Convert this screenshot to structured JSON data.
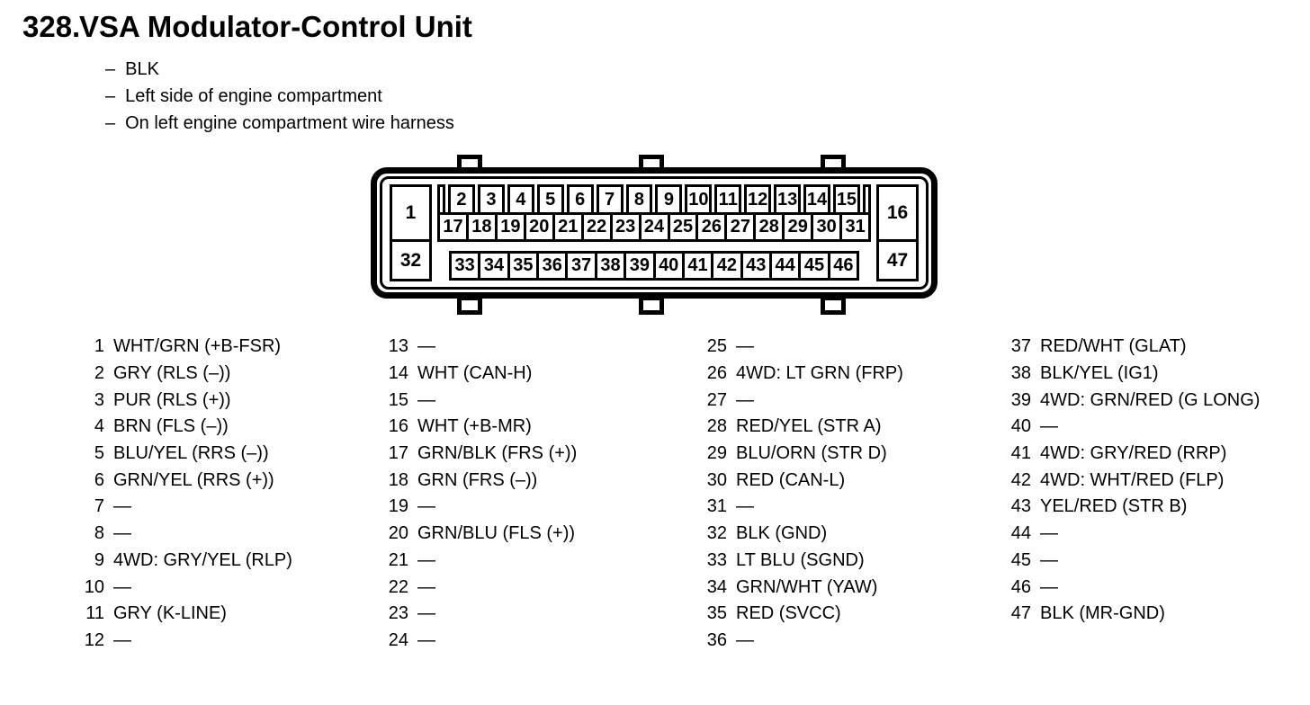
{
  "page": {
    "title_number": "328.",
    "title": "VSA Modulator-Control Unit",
    "note_prefix": "–",
    "notes": [
      "BLK",
      "Left side of engine compartment",
      "On left engine compartment wire harness"
    ]
  },
  "connector": {
    "pin_top_left": "1",
    "pin_top_right": "16",
    "pin_bottom_left": "32",
    "pin_bottom_right": "47",
    "row1_pins": [
      "2",
      "3",
      "4",
      "5",
      "6",
      "7",
      "8",
      "9",
      "10",
      "11",
      "12",
      "13",
      "14",
      "15"
    ],
    "row2_pins": [
      "17",
      "18",
      "19",
      "20",
      "21",
      "22",
      "23",
      "24",
      "25",
      "26",
      "27",
      "28",
      "29",
      "30",
      "31"
    ],
    "row3_pins": [
      "33",
      "34",
      "35",
      "36",
      "37",
      "38",
      "39",
      "40",
      "41",
      "42",
      "43",
      "44",
      "45",
      "46"
    ]
  },
  "pin_list": {
    "empty_marker": "—",
    "columns": [
      {
        "rows": [
          {
            "num": "1",
            "desc": "WHT/GRN (+B-FSR)"
          },
          {
            "num": "2",
            "desc": "GRY (RLS (–))"
          },
          {
            "num": "3",
            "desc": "PUR (RLS (+))"
          },
          {
            "num": "4",
            "desc": "BRN (FLS (–))"
          },
          {
            "num": "5",
            "desc": "BLU/YEL (RRS (–))"
          },
          {
            "num": "6",
            "desc": "GRN/YEL (RRS (+))"
          },
          {
            "num": "7",
            "desc": "—"
          },
          {
            "num": "8",
            "desc": "—"
          },
          {
            "num": "9",
            "desc": "4WD: GRY/YEL (RLP)"
          },
          {
            "num": "10",
            "desc": "—"
          },
          {
            "num": "11",
            "desc": "GRY (K-LINE)"
          },
          {
            "num": "12",
            "desc": "—"
          }
        ]
      },
      {
        "rows": [
          {
            "num": "13",
            "desc": "—"
          },
          {
            "num": "14",
            "desc": "WHT (CAN-H)"
          },
          {
            "num": "15",
            "desc": "—"
          },
          {
            "num": "16",
            "desc": "WHT (+B-MR)"
          },
          {
            "num": "17",
            "desc": "GRN/BLK (FRS (+))"
          },
          {
            "num": "18",
            "desc": "GRN (FRS (–))"
          },
          {
            "num": "19",
            "desc": "—"
          },
          {
            "num": "20",
            "desc": "GRN/BLU (FLS (+))"
          },
          {
            "num": "21",
            "desc": "—"
          },
          {
            "num": "22",
            "desc": "—"
          },
          {
            "num": "23",
            "desc": "—"
          },
          {
            "num": "24",
            "desc": "—"
          }
        ]
      },
      {
        "rows": [
          {
            "num": "25",
            "desc": "—"
          },
          {
            "num": "26",
            "desc": "4WD: LT GRN (FRP)"
          },
          {
            "num": "27",
            "desc": "—"
          },
          {
            "num": "28",
            "desc": "RED/YEL (STR A)"
          },
          {
            "num": "29",
            "desc": "BLU/ORN (STR D)"
          },
          {
            "num": "30",
            "desc": "RED (CAN-L)"
          },
          {
            "num": "31",
            "desc": "—"
          },
          {
            "num": "32",
            "desc": "BLK (GND)"
          },
          {
            "num": "33",
            "desc": "LT BLU (SGND)"
          },
          {
            "num": "34",
            "desc": "GRN/WHT (YAW)"
          },
          {
            "num": "35",
            "desc": "RED (SVCC)"
          },
          {
            "num": "36",
            "desc": "—"
          }
        ]
      },
      {
        "rows": [
          {
            "num": "37",
            "desc": "RED/WHT (GLAT)"
          },
          {
            "num": "38",
            "desc": "BLK/YEL (IG1)"
          },
          {
            "num": "39",
            "desc": "4WD: GRN/RED (G LONG)"
          },
          {
            "num": "40",
            "desc": "—"
          },
          {
            "num": "41",
            "desc": "4WD: GRY/RED (RRP)"
          },
          {
            "num": "42",
            "desc": "4WD: WHT/RED (FLP)"
          },
          {
            "num": "43",
            "desc": "YEL/RED (STR B)"
          },
          {
            "num": "44",
            "desc": "—"
          },
          {
            "num": "45",
            "desc": "—"
          },
          {
            "num": "46",
            "desc": "—"
          },
          {
            "num": "47",
            "desc": "BLK (MR-GND)"
          }
        ]
      }
    ]
  },
  "colors": {
    "ink": "#000000",
    "paper": "#ffffff"
  }
}
